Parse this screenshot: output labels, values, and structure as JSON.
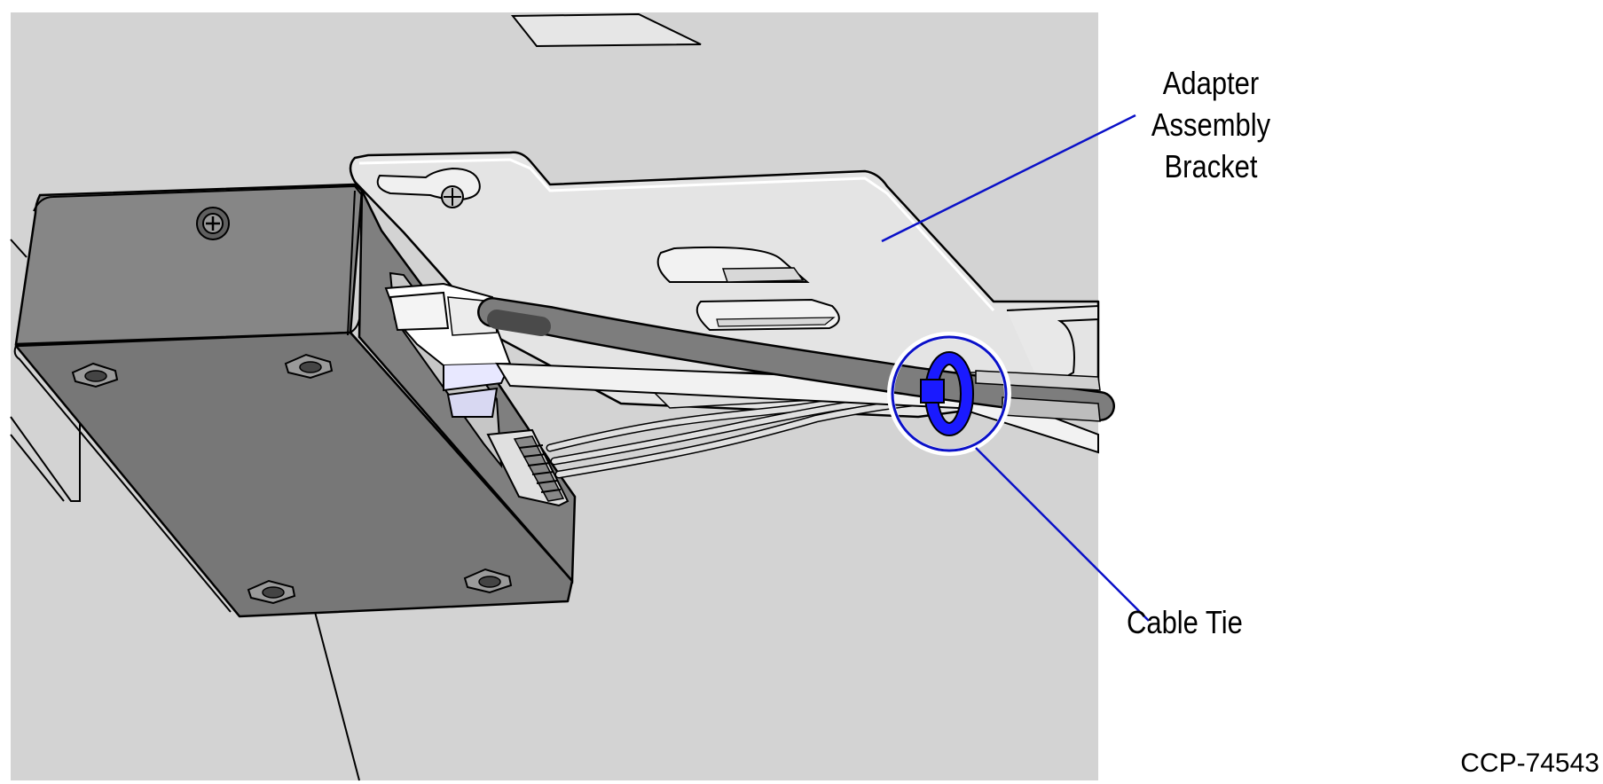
{
  "callouts": {
    "adapter_bracket": [
      "Adapter",
      "Assembly",
      "Bracket"
    ],
    "cable_tie": "Cable Tie"
  },
  "figure_id": "CCP-74543",
  "colors": {
    "background_panel": "#d3d3d3",
    "box": "#7b7b7b",
    "leader_line": "#0a10c8",
    "cable_tie": "#1a1aff"
  }
}
